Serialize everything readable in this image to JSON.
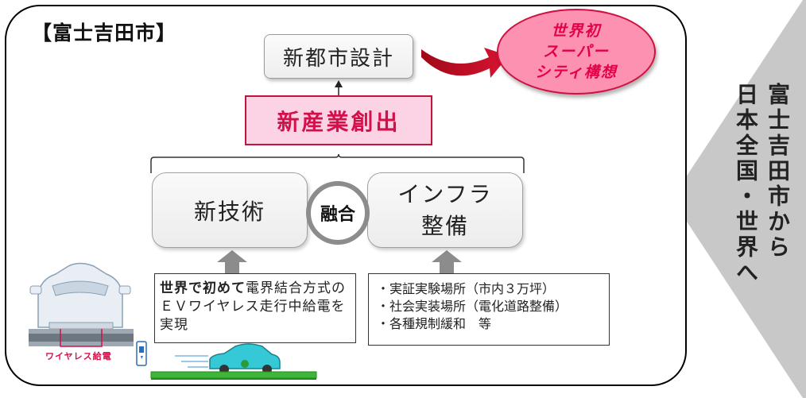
{
  "city_title": "【富士吉田市】",
  "design_label": "新都市設計",
  "industry_label": "新産業創出",
  "tech_label": "新技術",
  "fusion_label": "融合",
  "infra_label_line1": "インフラ",
  "infra_label_line2": "整備",
  "wireless": {
    "bold": "世界で初めて",
    "rest_line1": "電界結合方式の",
    "line2": "ＥＶワイヤレス走行中給電を",
    "line3": "実現"
  },
  "infra_items": [
    "・実証実験場所（市内３万坪）",
    "・社会実装場所（電化道路整備）",
    "・各種規制緩和　等"
  ],
  "super_city": {
    "line1": "世界初",
    "line2": "スーパー",
    "line3": "シティ構想"
  },
  "side_banner": {
    "column1": "富士吉田市から",
    "column2": "日本全国・世界へ"
  },
  "ev_label": "ワイヤレス給電",
  "colors": {
    "accent_pink": "#fbd3e4",
    "accent_red": "#d4104a",
    "arrow_red": "#c40a2a",
    "banner_gray": "#c8c8c8"
  }
}
